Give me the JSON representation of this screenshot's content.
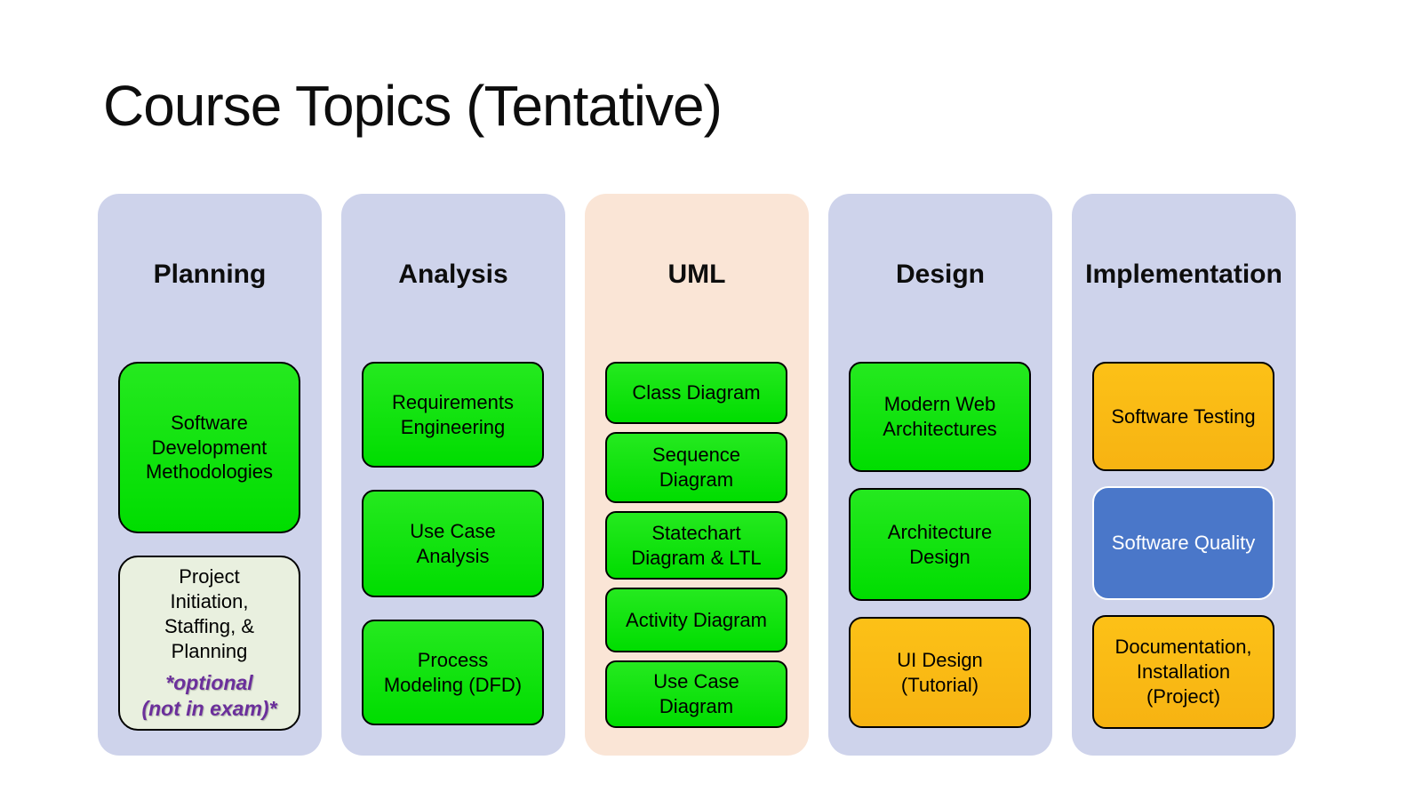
{
  "title": "Course Topics (Tentative)",
  "colors": {
    "column_bg": "#CED3EB",
    "uml_column_bg": "#FAE5D6",
    "topic_green": "#00DD00",
    "topic_orange": "#F9B914",
    "topic_blue": "#4A77C9",
    "optional_box_bg": "#E9F0DF",
    "optional_text_purple": "#6B2F9B"
  },
  "columns": [
    {
      "label": "Planning",
      "boxes": [
        {
          "style": "green",
          "lines": [
            "Software",
            "Development",
            "Methodologies"
          ]
        },
        {
          "style": "pale",
          "lines": [
            "Project",
            "Initiation,",
            "Staffing, &",
            "Planning"
          ],
          "note": [
            "*optional",
            "(not in exam)*"
          ]
        }
      ]
    },
    {
      "label": "Analysis",
      "boxes": [
        {
          "style": "green",
          "lines": [
            "Requirements",
            "Engineering"
          ]
        },
        {
          "style": "green",
          "lines": [
            "Use Case",
            "Analysis"
          ]
        },
        {
          "style": "green",
          "lines": [
            "Process",
            "Modeling (DFD)"
          ]
        }
      ]
    },
    {
      "label": "UML",
      "boxes": [
        {
          "style": "green",
          "lines": [
            "Class Diagram"
          ]
        },
        {
          "style": "green",
          "lines": [
            "Sequence",
            "Diagram"
          ]
        },
        {
          "style": "green",
          "lines": [
            "Statechart",
            "Diagram & LTL"
          ]
        },
        {
          "style": "green",
          "lines": [
            "Activity Diagram"
          ]
        },
        {
          "style": "green",
          "lines": [
            "Use Case",
            "Diagram"
          ]
        }
      ]
    },
    {
      "label": "Design",
      "boxes": [
        {
          "style": "green",
          "lines": [
            "Modern Web",
            "Architectures"
          ]
        },
        {
          "style": "green",
          "lines": [
            "Architecture",
            "Design"
          ]
        },
        {
          "style": "orange",
          "lines": [
            "UI Design",
            "(Tutorial)"
          ]
        }
      ]
    },
    {
      "label": "Implementation",
      "boxes": [
        {
          "style": "orange",
          "lines": [
            "Software Testing"
          ]
        },
        {
          "style": "blue",
          "lines": [
            "Software Quality"
          ]
        },
        {
          "style": "orange",
          "lines": [
            "Documentation,",
            "Installation",
            "(Project)"
          ]
        }
      ]
    }
  ]
}
